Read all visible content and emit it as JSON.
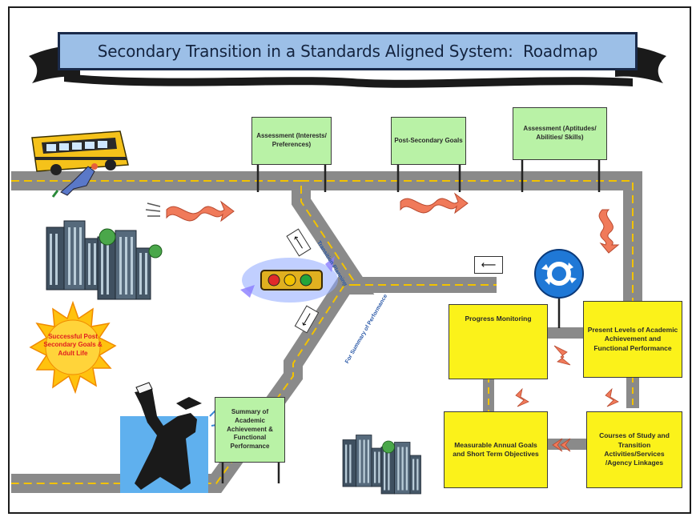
{
  "title": "Secondary Transition in a Standards Aligned System:  Roadmap",
  "signs": {
    "assessment_interests": "Assessment (Interests/ Preferences)",
    "post_secondary_goals": "Post-Secondary Goals",
    "assessment_aptitudes": "Assessment (Aptitudes/ Abilities/ Skills)",
    "summary": "Summary of Academic Achievement & Functional Performance",
    "progress_monitoring": "Progress Monitoring",
    "present_levels": "Present Levels of Academic Achievement and Functional Performance",
    "measurable_goals": "Measurable Annual Goals and Short Term Objectives",
    "courses_of_study": "Courses of Study and Transition Activities/Services /Agency Linkages"
  },
  "road_labels": {
    "upper": "Transition Planning",
    "lower": "For Summary of Performance"
  },
  "sun_text": "Successful Post Secondary Goals & Adult Life",
  "colors": {
    "banner": "#9cbfe7",
    "green_sign": "#b9f2a6",
    "yellow_sign": "#fbf21a",
    "road": "#8a8a8a",
    "lane": "#f2c200",
    "arrow": "#f07a5a",
    "sun": "#ffc20e",
    "roundabout": "#1f78d6"
  },
  "icons": {
    "bus": "school-bus-icon",
    "buildings": "city-buildings-icon",
    "traffic_light": "traffic-light-icon",
    "roundabout": "roundabout-sign-icon",
    "graduate": "graduate-silhouette-icon",
    "sun": "sun-icon"
  },
  "arrow_sign_glyph": "⟵"
}
